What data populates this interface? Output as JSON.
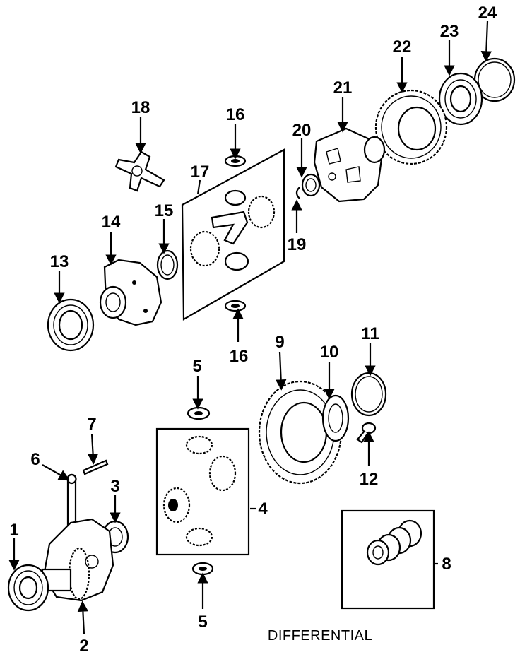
{
  "title": "DIFFERENTIAL",
  "callouts": [
    "1",
    "2",
    "3",
    "4",
    "5",
    "5",
    "6",
    "7",
    "8",
    "9",
    "10",
    "11",
    "12",
    "13",
    "14",
    "15",
    "16",
    "16",
    "17",
    "18",
    "19",
    "20",
    "21",
    "22",
    "23",
    "24"
  ]
}
